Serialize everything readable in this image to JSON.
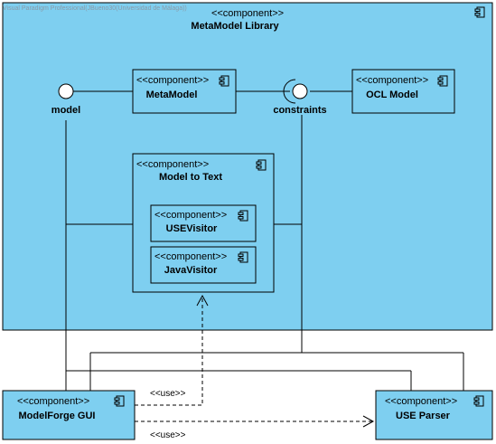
{
  "watermark": "Visual Paradigm Professional(JBueno30(Universidad de Málaga))",
  "colors": {
    "component_fill": "#7ecff0",
    "border": "#000000"
  },
  "library": {
    "stereotype": "<<component>>",
    "name": "MetaModel Library"
  },
  "components": {
    "metamodel": {
      "stereotype": "<<component>>",
      "name": "MetaModel"
    },
    "ocl_model": {
      "stereotype": "<<component>>",
      "name": "OCL Model"
    },
    "model_to_text": {
      "stereotype": "<<component>>",
      "name": "Model to Text"
    },
    "use_visitor": {
      "stereotype": "<<component>>",
      "name": "USEVisitor"
    },
    "java_visitor": {
      "stereotype": "<<component>>",
      "name": "JavaVisitor"
    },
    "modelforge_gui": {
      "stereotype": "<<component>>",
      "name": "ModelForge GUI"
    },
    "use_parser": {
      "stereotype": "<<component>>",
      "name": "USE Parser"
    }
  },
  "interfaces": {
    "model": "model",
    "constraints": "constraints"
  },
  "dependencies": {
    "use_label_1": "<<use>>",
    "use_label_2": "<<use>>"
  }
}
